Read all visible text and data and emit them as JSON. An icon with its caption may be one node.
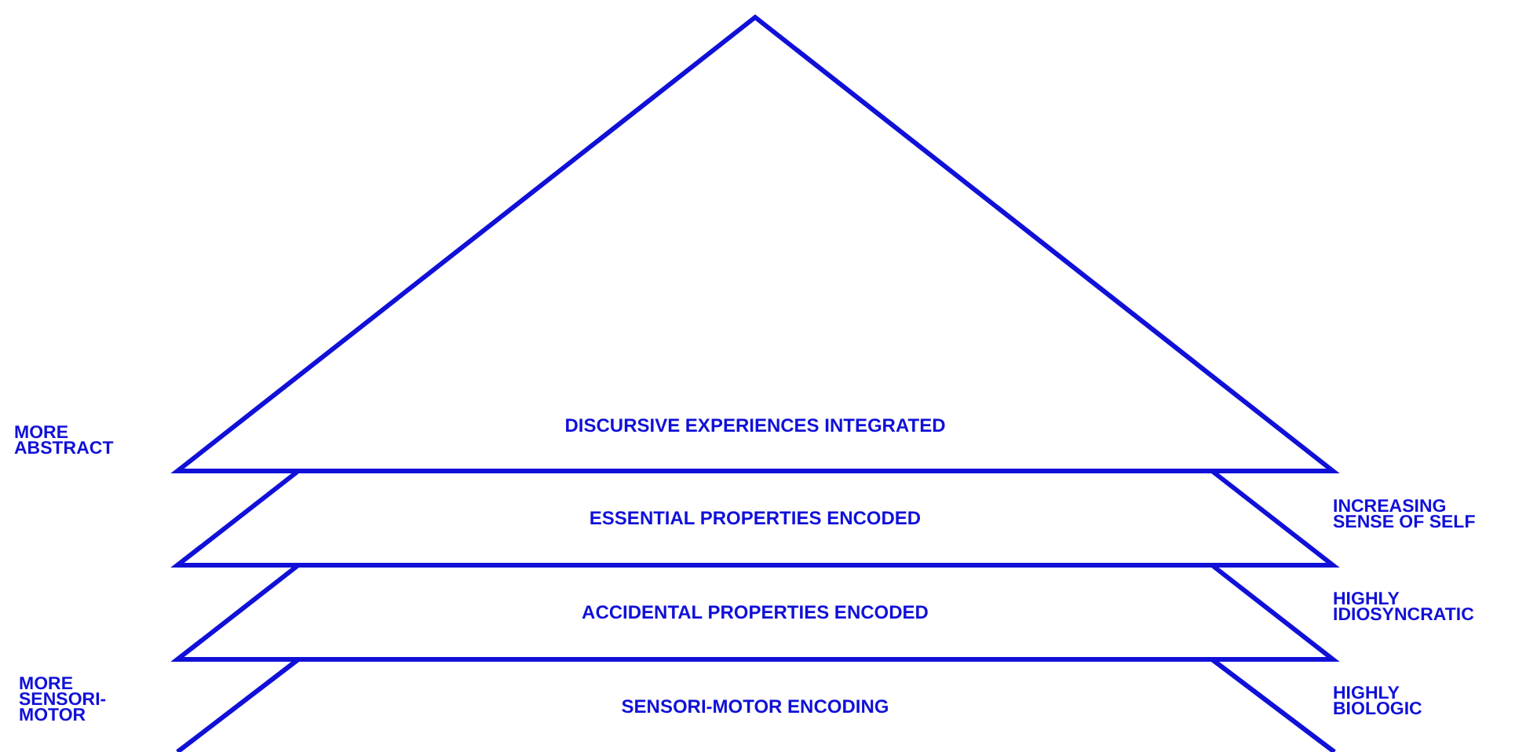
{
  "diagram": {
    "nodes": [
      {
        "text": [
          "DISCURSIVE EXPERIENCES INTEGRATED"
        ]
      },
      {
        "text": [
          "ESSENTIAL PROPERTIES ENCODED"
        ]
      },
      {
        "text": [
          "ACCIDENTAL PROPERTIES ENCODED"
        ]
      },
      {
        "text": [
          "SENSORI-MOTOR ENCODING"
        ]
      }
    ],
    "labels": [
      "MORE ABSTRACT",
      "INCREASING SENSE OF SELF",
      "HIGHLY IDIOSYNCRATIC",
      "MORE SENSORI- MOTOR",
      "HIGHLY BIOLOGIC"
    ]
  }
}
